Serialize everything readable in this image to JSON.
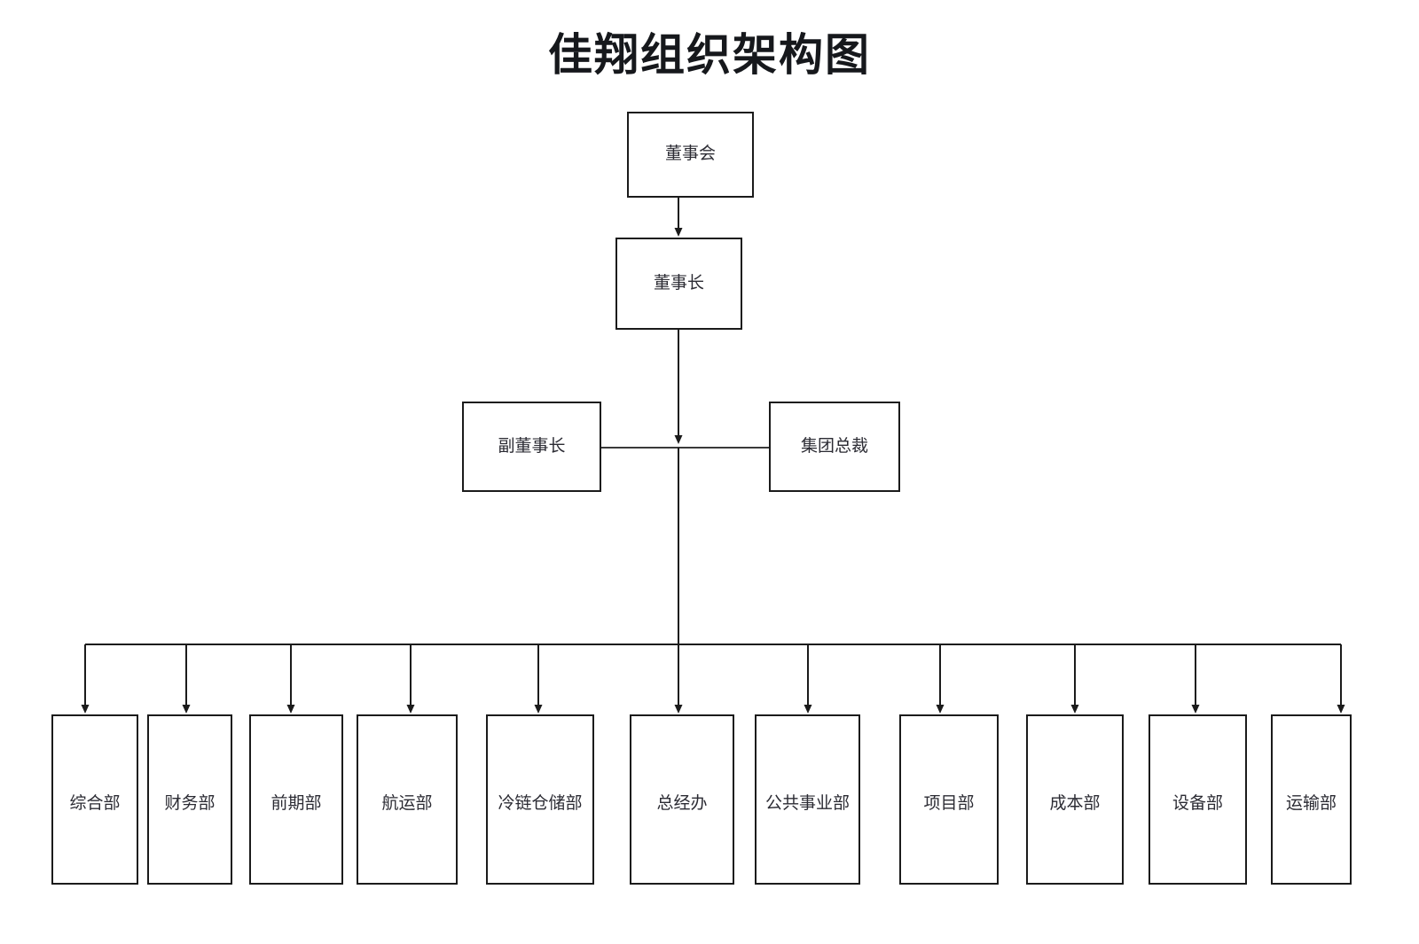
{
  "title": "佳翔组织架构图",
  "chart_data": {
    "type": "diagram",
    "diagram_kind": "organization-chart",
    "title": "佳翔组织架构图",
    "orientation": "top-down",
    "levels": [
      {
        "level": 1,
        "nodes": [
          "董事会"
        ]
      },
      {
        "level": 2,
        "nodes": [
          "董事长"
        ]
      },
      {
        "level": 3,
        "nodes": [
          "副董事长",
          "集团总裁"
        ]
      },
      {
        "level": 4,
        "nodes": [
          "综合部",
          "财务部",
          "前期部",
          "航运部",
          "冷链仓储部",
          "总经办",
          "公共事业部",
          "项目部",
          "成本部",
          "设备部",
          "运输部"
        ]
      }
    ],
    "edges": [
      {
        "from": "董事会",
        "to": "董事长",
        "style": "arrow"
      },
      {
        "from": "董事长",
        "to": "副董事长",
        "style": "line"
      },
      {
        "from": "董事长",
        "to": "集团总裁",
        "style": "line"
      },
      {
        "from": "董事长",
        "to": "综合部",
        "style": "arrow"
      },
      {
        "from": "董事长",
        "to": "财务部",
        "style": "arrow"
      },
      {
        "from": "董事长",
        "to": "前期部",
        "style": "arrow"
      },
      {
        "from": "董事长",
        "to": "航运部",
        "style": "arrow"
      },
      {
        "from": "董事长",
        "to": "冷链仓储部",
        "style": "arrow"
      },
      {
        "from": "董事长",
        "to": "总经办",
        "style": "arrow"
      },
      {
        "from": "董事长",
        "to": "公共事业部",
        "style": "arrow"
      },
      {
        "from": "董事长",
        "to": "项目部",
        "style": "arrow"
      },
      {
        "from": "董事长",
        "to": "成本部",
        "style": "arrow"
      },
      {
        "from": "董事长",
        "to": "设备部",
        "style": "arrow"
      },
      {
        "from": "董事长",
        "to": "运输部",
        "style": "arrow"
      }
    ],
    "colors": {
      "background": "#ffffff",
      "node_fill": "#ffffff",
      "node_border": "#1b1b1b",
      "connector": "#1b1b1b",
      "title_text": "#16181c",
      "node_text": "#2b2b33"
    }
  },
  "nodes": {
    "board": {
      "label": "董事会"
    },
    "chairman": {
      "label": "董事长"
    },
    "vice_chairman": {
      "label": "副董事长"
    },
    "group_president": {
      "label": "集团总裁"
    },
    "departments": [
      {
        "label": "综合部"
      },
      {
        "label": "财务部"
      },
      {
        "label": "前期部"
      },
      {
        "label": "航运部"
      },
      {
        "label": "冷链仓储部"
      },
      {
        "label": "总经办"
      },
      {
        "label": "公共事业部"
      },
      {
        "label": "项目部"
      },
      {
        "label": "成本部"
      },
      {
        "label": "设备部"
      },
      {
        "label": "运输部"
      }
    ]
  }
}
